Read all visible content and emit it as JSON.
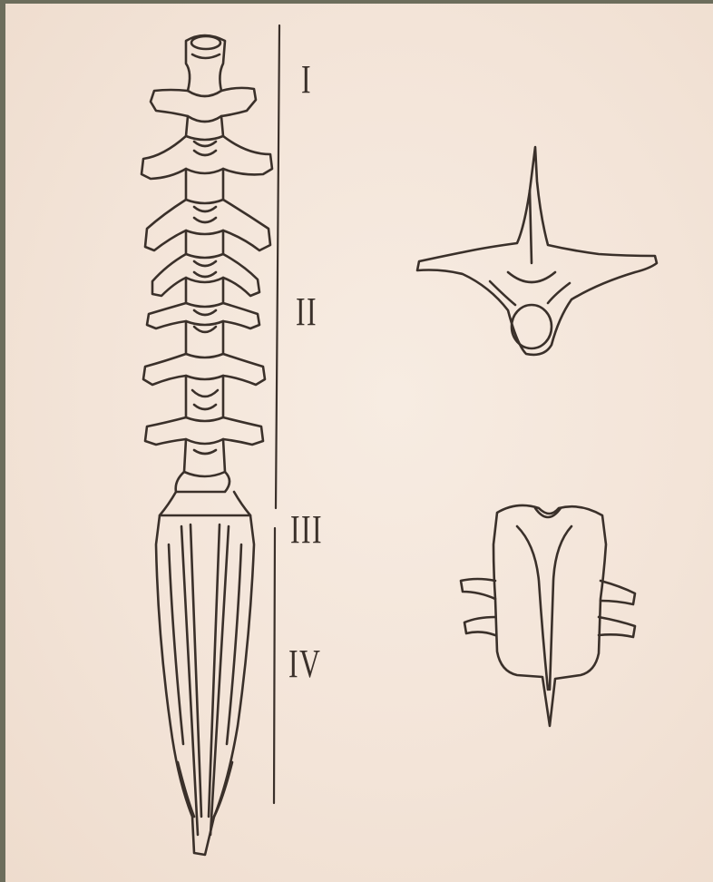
{
  "figure": {
    "section_labels": [
      "I",
      "II",
      "III",
      "IV"
    ],
    "colors": {
      "paper": "#f3e4d8",
      "ink": "#3a302a",
      "frame": "#6c6d5c"
    },
    "parts": [
      "spine-dorsal-view",
      "vertebra-front-view",
      "vertebra-top-view",
      "section-divider-line"
    ]
  }
}
